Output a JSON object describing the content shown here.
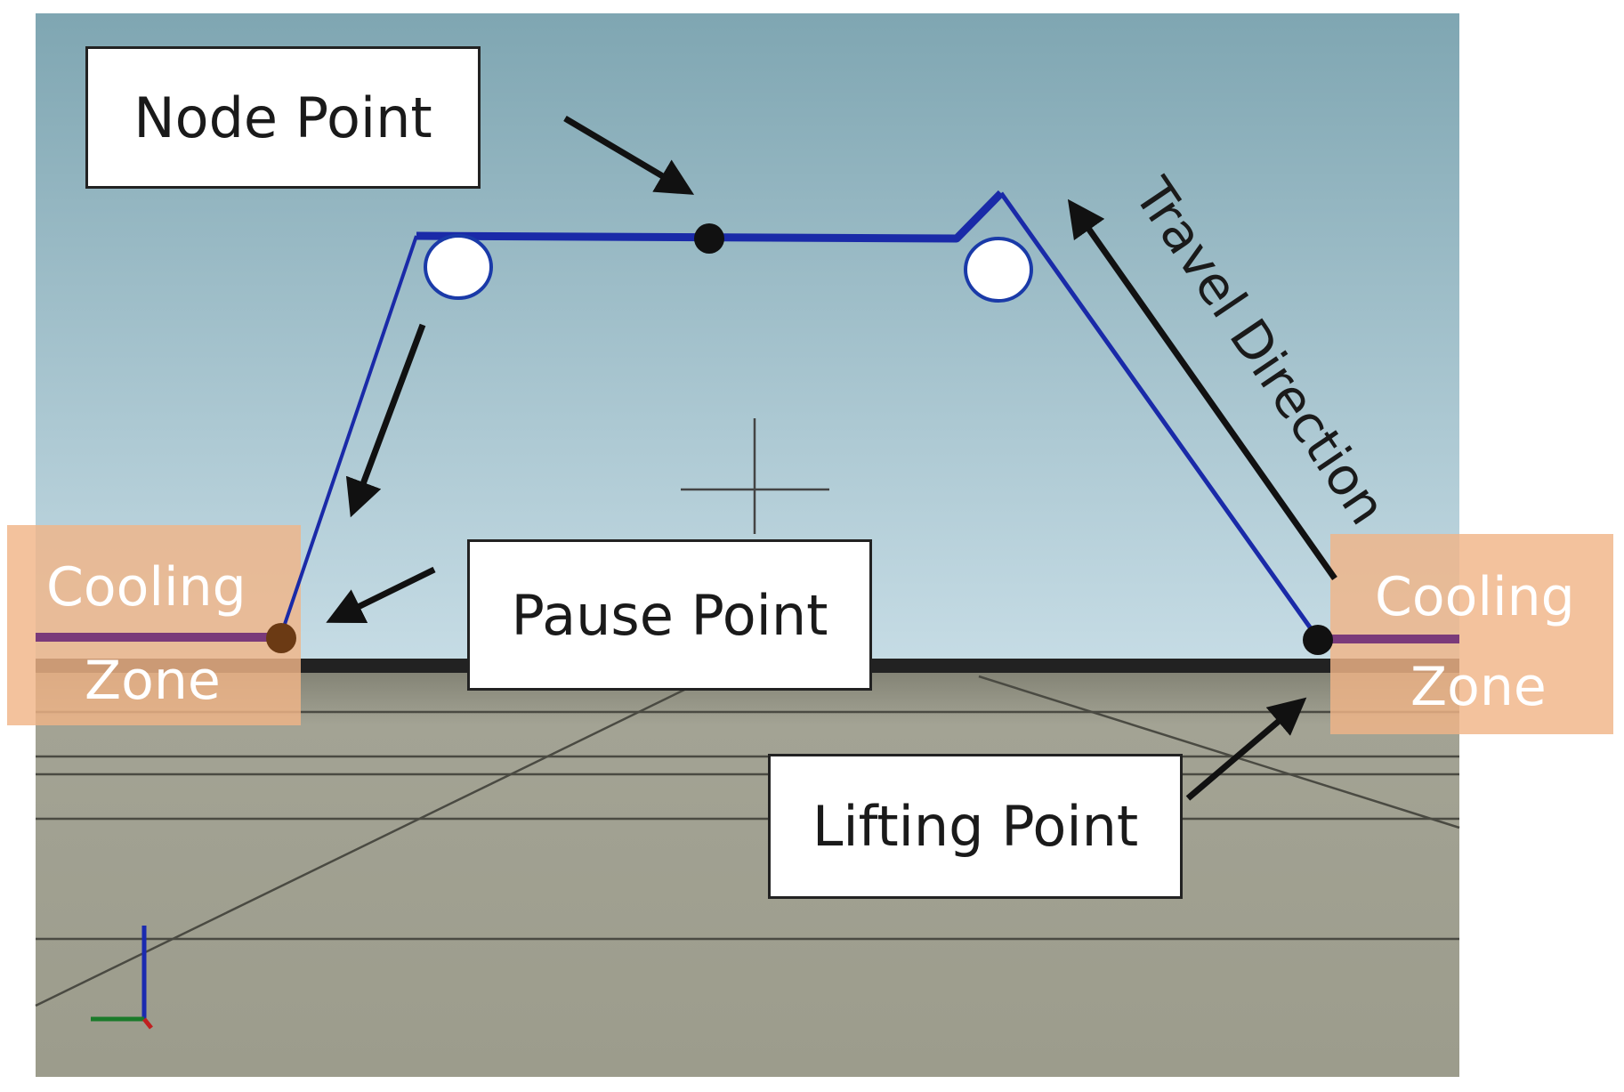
{
  "labels": {
    "node_point": "Node Point",
    "pause_point": "Pause Point",
    "lifting_point": "Lifting Point",
    "travel_direction": "Travel Direction"
  },
  "zones": {
    "left": {
      "line1": "Cooling",
      "line2": "Zone"
    },
    "right": {
      "line1": "Cooling",
      "line2": "Zone"
    }
  },
  "colors": {
    "sky_top": "#7fa6b2",
    "sky_bottom": "#c4dae3",
    "ground": "#9a9a8a",
    "path": "#1a2aa8",
    "zone": "#f0b487",
    "zone_line": "#7a3a7a",
    "arrow": "#111111"
  }
}
